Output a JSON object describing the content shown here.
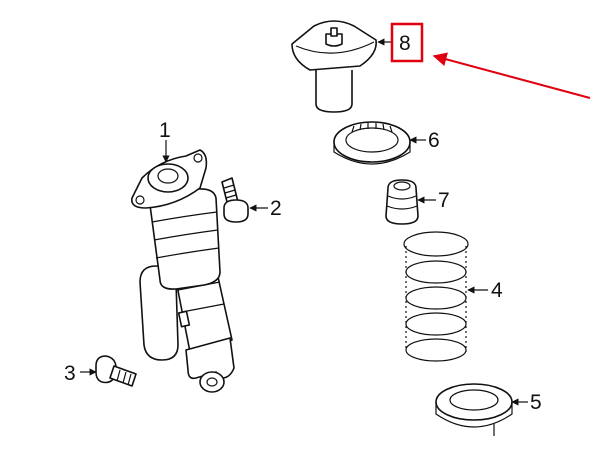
{
  "callouts": {
    "c1": "1",
    "c2": "2",
    "c3": "3",
    "c4": "4",
    "c5": "5",
    "c6": "6",
    "c7": "7",
    "c8": "8"
  },
  "colors": {
    "highlight": "#e0000f",
    "line": "#111111",
    "background": "#ffffff"
  }
}
